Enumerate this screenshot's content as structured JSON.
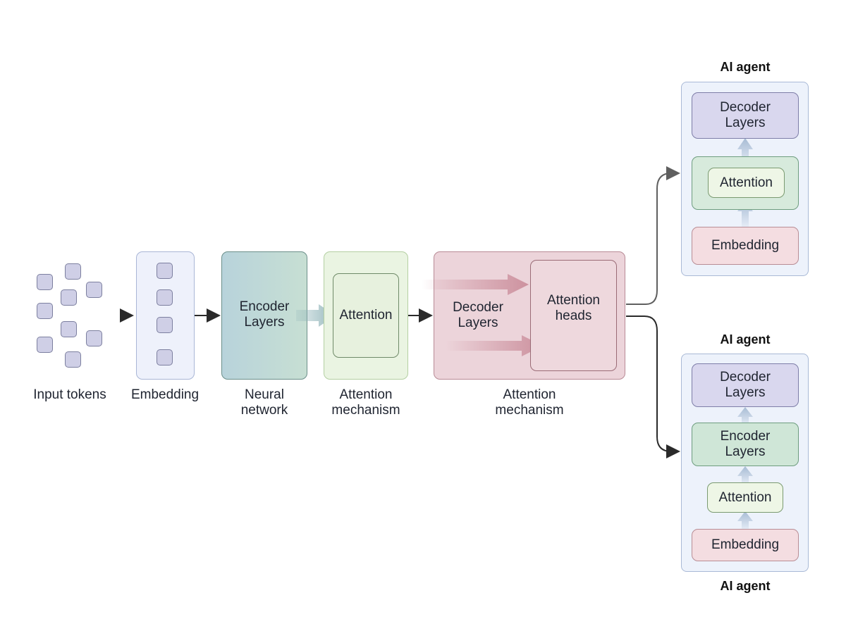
{
  "pipeline": {
    "input_tokens_label": "Input tokens",
    "embedding_label": "Embedding",
    "encoder_box_label": "Encoder Layers",
    "neural_network_label": "Neural network",
    "attention_box_label": "Attention",
    "attention_mechanism_label_1": "Attention mechanism",
    "decoder_box_label": "Decoder Layers",
    "attention_heads_label": "Attention heads",
    "attention_mechanism_label_2": "Attention mechanism"
  },
  "agent_top": {
    "title": "AI agent",
    "decoder_label": "Decoder Layers",
    "attention_label": "Attention",
    "embedding_label": "Embedding"
  },
  "agent_bottom": {
    "title_above": "AI agent",
    "title_below": "AI agent",
    "decoder_label": "Decoder Layers",
    "encoder_label": "Encoder Layers",
    "attention_label": "Attention",
    "embedding_label": "Embedding"
  },
  "colors": {
    "token_fill": "#cfcfe6",
    "embedding_fill": "#eef1fb",
    "encoder_fill": "#b9d4d8",
    "attention_fill": "#e8f2e0",
    "decoder_fill": "#ecd3da",
    "agent_panel_fill": "#edf2fb",
    "decoder_layer_fill": "#d9d7ee",
    "encoder_layer_fill": "#cfe6d7",
    "embedding_layer_fill": "#f4dde1"
  }
}
